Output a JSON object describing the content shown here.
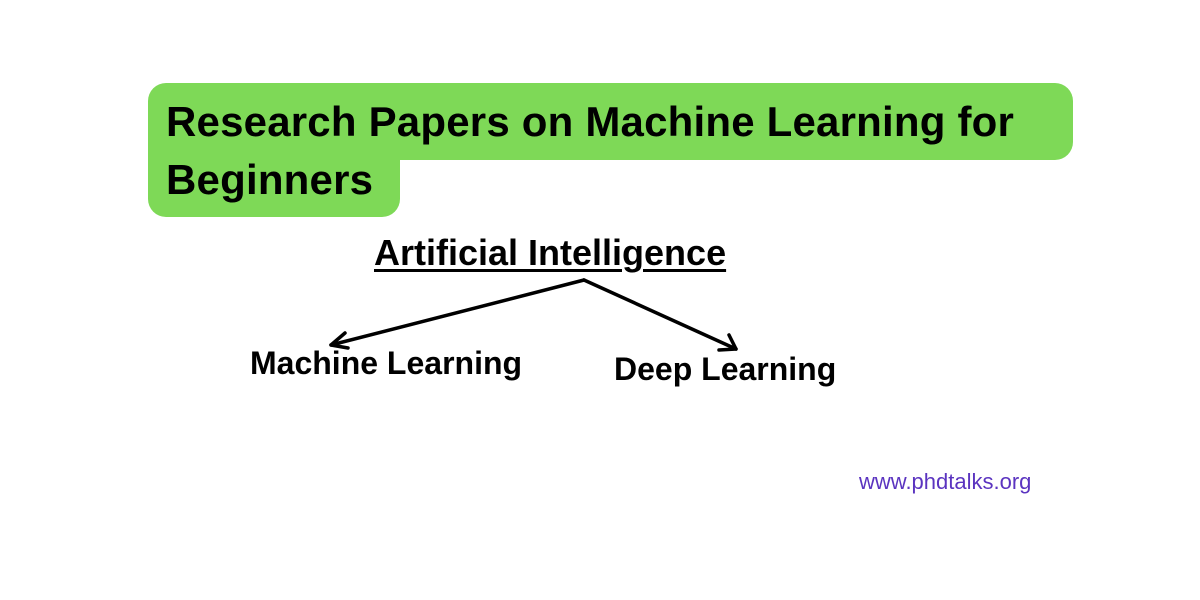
{
  "title": {
    "line1": "Research Papers on Machine Learning for",
    "line2": "Beginners",
    "background_color": "#7ed957"
  },
  "diagram": {
    "root": "Artificial Intelligence",
    "children": [
      "Machine Learning",
      "Deep Learning"
    ]
  },
  "footer": {
    "url": "www.phdtalks.org",
    "url_color": "#5b34c0"
  }
}
